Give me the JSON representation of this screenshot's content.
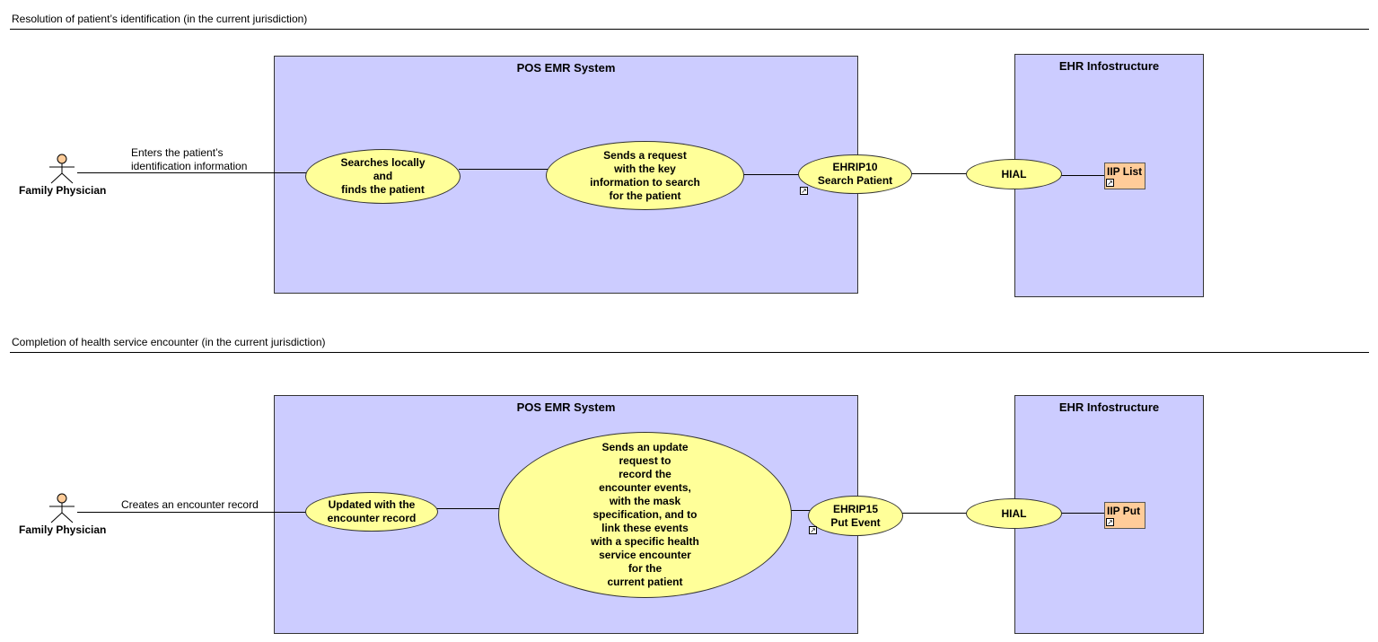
{
  "sections": [
    {
      "title": "Resolution of patient’s identification (in the current jurisdiction)",
      "actor_label": "Family Physician",
      "actor_connector_label": "Enters the patient’s\nidentification information",
      "pos_box_title": "POS EMR System",
      "ehr_box_title": "EHR Infostructure",
      "local_step": "Searches locally\nand\nfinds the patient",
      "request_step": "Sends a request\nwith the key\ninformation to search\nfor the patient",
      "interaction": "EHRIP10\nSearch Patient",
      "hial": "HIAL",
      "component": "IIP List"
    },
    {
      "title": "Completion of health service encounter (in the current jurisdiction)",
      "actor_label": "Family Physician",
      "actor_connector_label": "Creates an encounter record",
      "pos_box_title": "POS EMR System",
      "ehr_box_title": "EHR Infostructure",
      "local_step": "Updated with the\nencounter record",
      "request_step": "Sends an update\nrequest to\nrecord the\nencounter events,\nwith the mask\nspecification, and to\nlink these events\nwith a specific health\nservice encounter\nfor the\ncurrent patient",
      "interaction": "EHRIP15\nPut Event",
      "hial": "HIAL",
      "component": "IIP Put"
    }
  ],
  "colors": {
    "system_box": "#ccccff",
    "use_case": "#ffff99",
    "component": "#ffcc99",
    "actor_head": "#ffcc99"
  },
  "icons": {
    "actor": "stick-figure-icon",
    "link": "shortcut-arrow-icon"
  }
}
